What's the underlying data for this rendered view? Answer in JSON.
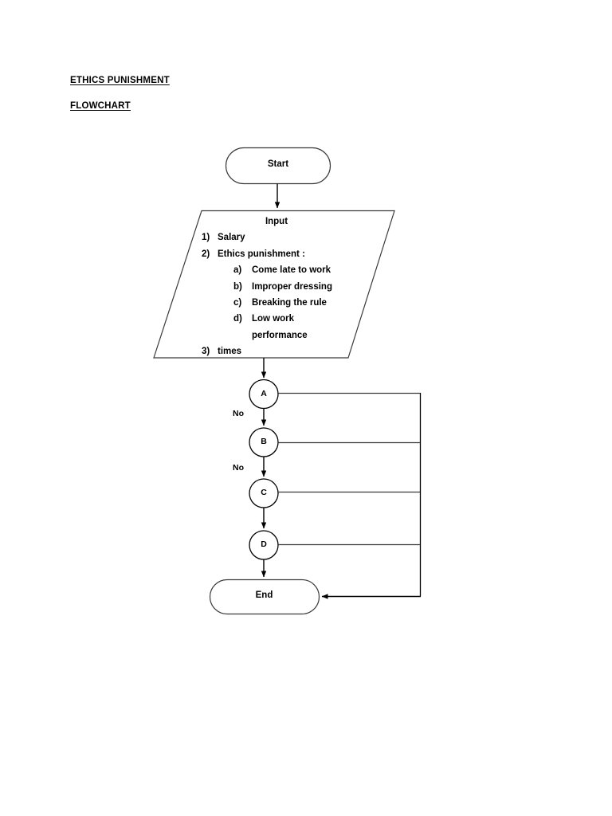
{
  "document": {
    "heading": "ETHICS PUNISHMENT",
    "subheading": "FLOWCHART"
  },
  "flowchart": {
    "start": {
      "label": "Start",
      "shape": "terminator"
    },
    "input": {
      "shape": "parallelogram",
      "heading": "Input",
      "items": [
        {
          "marker": "1)",
          "text": "Salary"
        },
        {
          "marker": "2)",
          "text": "Ethics punishment :"
        }
      ],
      "sub_items": [
        {
          "marker": "a)",
          "text": "Come late to work"
        },
        {
          "marker": "b)",
          "text": "Improper  dressing"
        },
        {
          "marker": "c)",
          "text": "Breaking the rule"
        },
        {
          "marker": "d)",
          "text": "Low work",
          "continuation": "performance"
        }
      ],
      "last_item": {
        "marker": "3)",
        "text": "times"
      }
    },
    "connectors": [
      {
        "label": "A"
      },
      {
        "label": "B"
      },
      {
        "label": "C"
      },
      {
        "label": "D"
      }
    ],
    "edge_labels": [
      {
        "label": "No"
      },
      {
        "label": "No"
      }
    ],
    "end": {
      "label": "End",
      "shape": "terminator"
    },
    "colors": {
      "stroke": "#000000",
      "fill": "#ffffff",
      "text": "#000000",
      "background": "#ffffff"
    }
  }
}
